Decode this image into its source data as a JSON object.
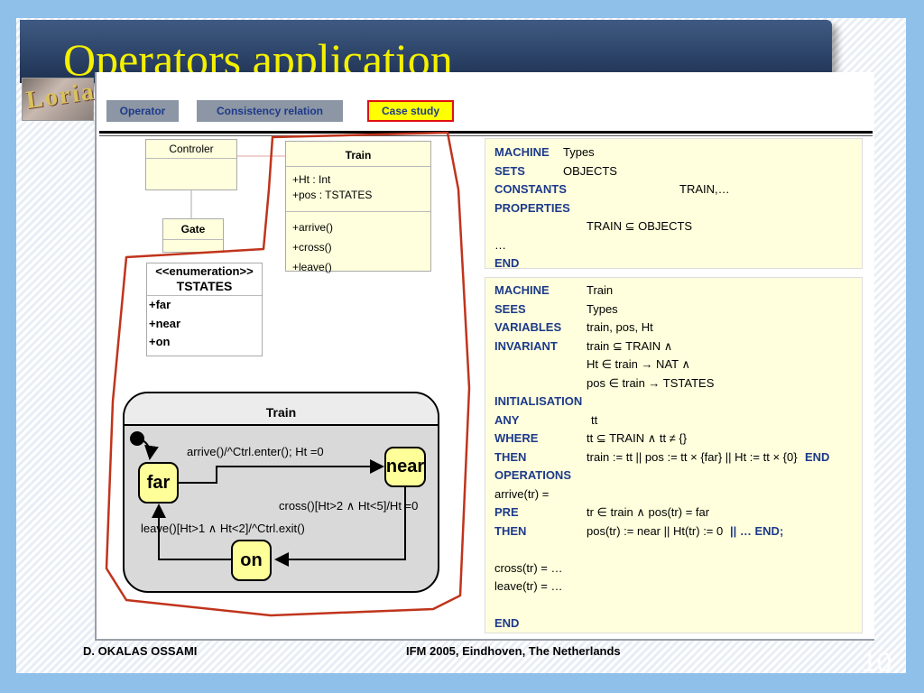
{
  "title": "Operators application",
  "logo_text": "Loria",
  "nav": {
    "operator": "Operator",
    "consistency": "Consistency relation",
    "case_study": "Case study"
  },
  "uml": {
    "controler": "Controler",
    "train": {
      "name": "Train",
      "attrs": [
        "+Ht : Int",
        "+pos : TSTATES"
      ],
      "ops": [
        "+arrive()",
        "+cross()",
        "+leave()"
      ]
    },
    "gate": "Gate",
    "enum": {
      "stereotype": "<<enumeration>>",
      "name": "TSTATES",
      "values": [
        "+far",
        "+near",
        "+on"
      ]
    }
  },
  "state_machine": {
    "title": "Train",
    "states": {
      "far": "far",
      "near": "near",
      "on": "on"
    },
    "transitions": {
      "arrive": "arrive()/^Ctrl.enter(); Ht =0",
      "cross": "cross()[Ht>2 ∧ Ht<5]/Ht =0",
      "leave": "leave()[Ht>1 ∧ Ht<2]/^Ctrl.exit()"
    }
  },
  "machine_types": [
    {
      "kw": "MACHINE",
      "text": "Types"
    },
    {
      "kw": "SETS",
      "text": "OBJECTS"
    },
    {
      "kw": "CONSTANTS",
      "text": "TRAIN,…"
    },
    {
      "kw": "PROPERTIES",
      "text": ""
    },
    {
      "kw": "",
      "text": "TRAIN ⊆ OBJECTS"
    },
    {
      "kw": "",
      "text": "…"
    },
    {
      "kw": "END",
      "text": ""
    }
  ],
  "machine_train": [
    {
      "kw": "MACHINE",
      "text": "Train"
    },
    {
      "kw": "SEES",
      "text": "Types"
    },
    {
      "kw": "VARIABLES",
      "text": "train, pos, Ht"
    },
    {
      "kw": "INVARIANT",
      "text": "train ⊆ TRAIN ∧"
    },
    {
      "kw": "",
      "text": "Ht ∈ train → NAT ∧"
    },
    {
      "kw": "",
      "text": "pos ∈ train → TSTATES"
    },
    {
      "kw": "INITIALISATION",
      "text": ""
    },
    {
      "kw": "ANY",
      "text": "tt"
    },
    {
      "kw": "WHERE",
      "text": "tt ⊆ TRAIN ∧ tt ≠ {}"
    },
    {
      "kw": "THEN",
      "text": "train := tt ||  pos := tt × {far} || Ht := tt × {0}",
      "kw2": "END"
    },
    {
      "kw": "OPERATIONS",
      "text": ""
    },
    {
      "kw": "",
      "text": "arrive(tr) ="
    },
    {
      "kw": "PRE",
      "text": "tr ∈ train  ∧ pos(tr) = far"
    },
    {
      "kw": "THEN",
      "text": "pos(tr) := near || Ht(tr) := 0",
      "kw2": "|| … END;"
    },
    {
      "kw": "",
      "text": ""
    },
    {
      "kw": "",
      "text": "cross(tr) = …"
    },
    {
      "kw": "",
      "text": "leave(tr) = …"
    },
    {
      "kw": "",
      "text": ""
    },
    {
      "kw": "END",
      "text": ""
    }
  ],
  "footer": {
    "author": "D. OKALAS OSSAMI",
    "conference": "IFM 2005, Eindhoven, The Netherlands",
    "page": "10"
  },
  "colors": {
    "title_text": "#f4f000",
    "keyword": "#1d3a8a",
    "highlight_border": "#c0341c",
    "case_study_bg": "#ffff00"
  }
}
